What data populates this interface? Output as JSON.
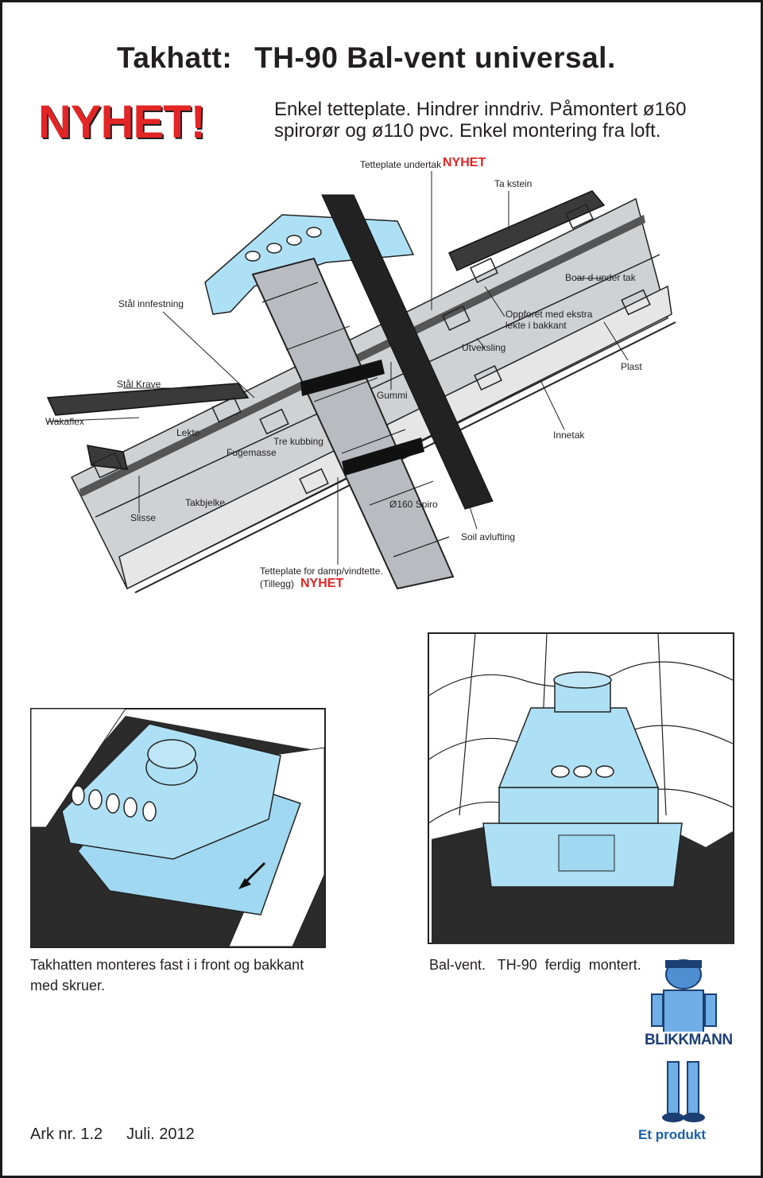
{
  "header": {
    "title_a": "Takhatt:",
    "title_b": "TH-90 Bal-vent universal.",
    "nyhet": "NYHET!",
    "intro": "Enkel tetteplate. Hindrer inndriv. Påmontert ø160 spirorør og ø110 pvc. Enkel montering fra loft."
  },
  "diagram": {
    "labels": {
      "tetteplate_undertak": "Tetteplate undertak",
      "nyhet_1": "NYHET",
      "takstein": "Ta kstein",
      "board_undertak": "Boar d under tak",
      "stal_innfestning": "Stål innfestning",
      "oppforet": "Oppforet med ekstra\nlekte i bakkant",
      "utveksling": "Utveksling",
      "plast": "Plast",
      "stal_krave": "Stål Krave",
      "gummi": "Gummi",
      "wakaflex": "Wakaflex",
      "lekte": "Lekte",
      "tre_kubbing": "Tre kubbing",
      "fugemasse": "Fugemasse",
      "innetak": "Innetak",
      "slisse": "Slisse",
      "takbjelke": "Takbjelke",
      "spiro": "Ø160 Spiro",
      "soil": "Soil avlufting",
      "tetteplate_damp": "Tetteplate for damp/vindtette.",
      "tillegg": "(Tillegg)",
      "nyhet_2": "NYHET"
    }
  },
  "captions": {
    "left": "Takhatten monteres fast i i front og bakkant med skruer.",
    "right": "Bal-vent.   TH-90  ferdig  montert."
  },
  "logo": {
    "brand": "BLIKKMANN",
    "tagline": "Et produkt"
  },
  "footer": {
    "ark": "Ark  nr.  1.2",
    "date": "Juli.  2012"
  },
  "colors": {
    "accent_red": "#e32526",
    "vent_blue": "#aee0f5",
    "membrane": "#2a2a2a",
    "pipe_grey": "#b8bcc0"
  }
}
